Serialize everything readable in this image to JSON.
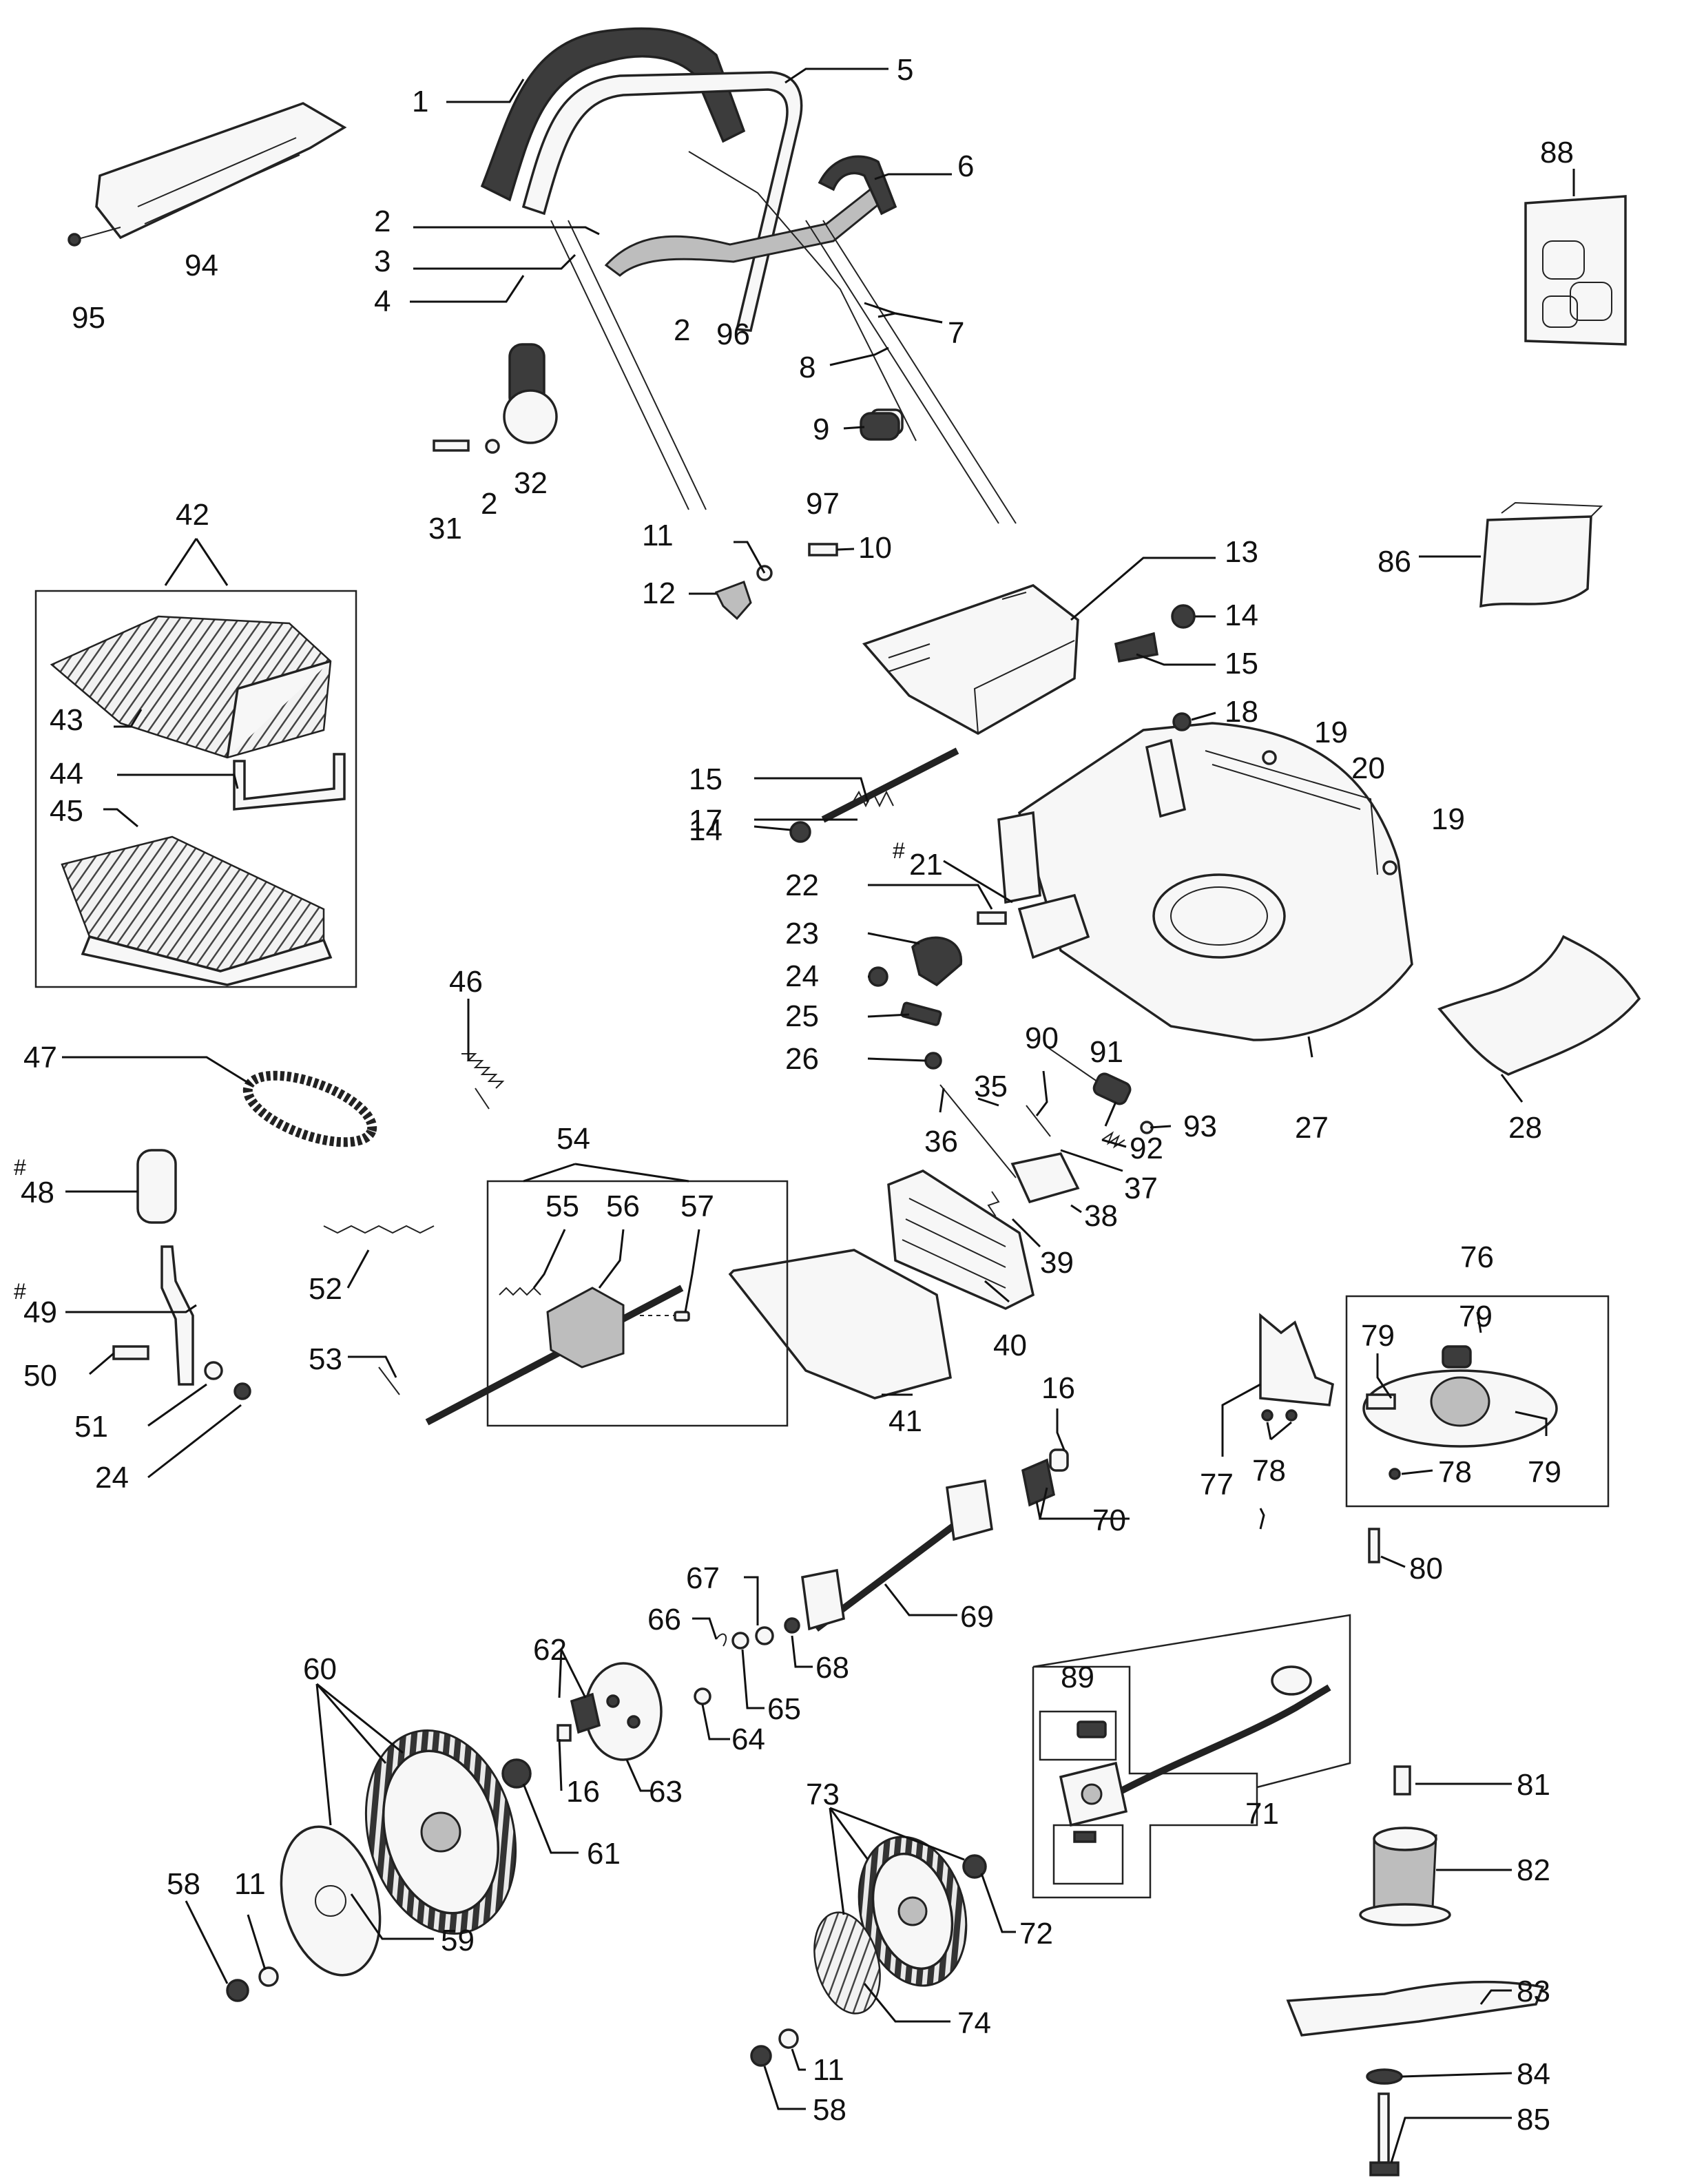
{
  "diagram": {
    "type": "exploded-parts-diagram",
    "labels": [
      "1",
      "2",
      "3",
      "4",
      "5",
      "6",
      "7",
      "8",
      "9",
      "10",
      "11",
      "12",
      "13",
      "14",
      "15",
      "16",
      "17",
      "18",
      "19",
      "20",
      "21",
      "22",
      "23",
      "24",
      "25",
      "26",
      "27",
      "28",
      "31",
      "32",
      "35",
      "36",
      "37",
      "38",
      "39",
      "40",
      "41",
      "42",
      "43",
      "44",
      "45",
      "46",
      "47",
      "48",
      "49",
      "50",
      "51",
      "52",
      "53",
      "54",
      "55",
      "56",
      "57",
      "58",
      "59",
      "60",
      "61",
      "62",
      "63",
      "64",
      "65",
      "66",
      "67",
      "68",
      "69",
      "70",
      "71",
      "72",
      "73",
      "74",
      "76",
      "77",
      "78",
      "79",
      "80",
      "81",
      "82",
      "83",
      "84",
      "85",
      "86",
      "88",
      "89",
      "90",
      "91",
      "92",
      "93",
      "94",
      "95",
      "96",
      "97"
    ],
    "hash_mark": "#",
    "hash_marked_parts": [
      "21",
      "48",
      "49"
    ]
  }
}
